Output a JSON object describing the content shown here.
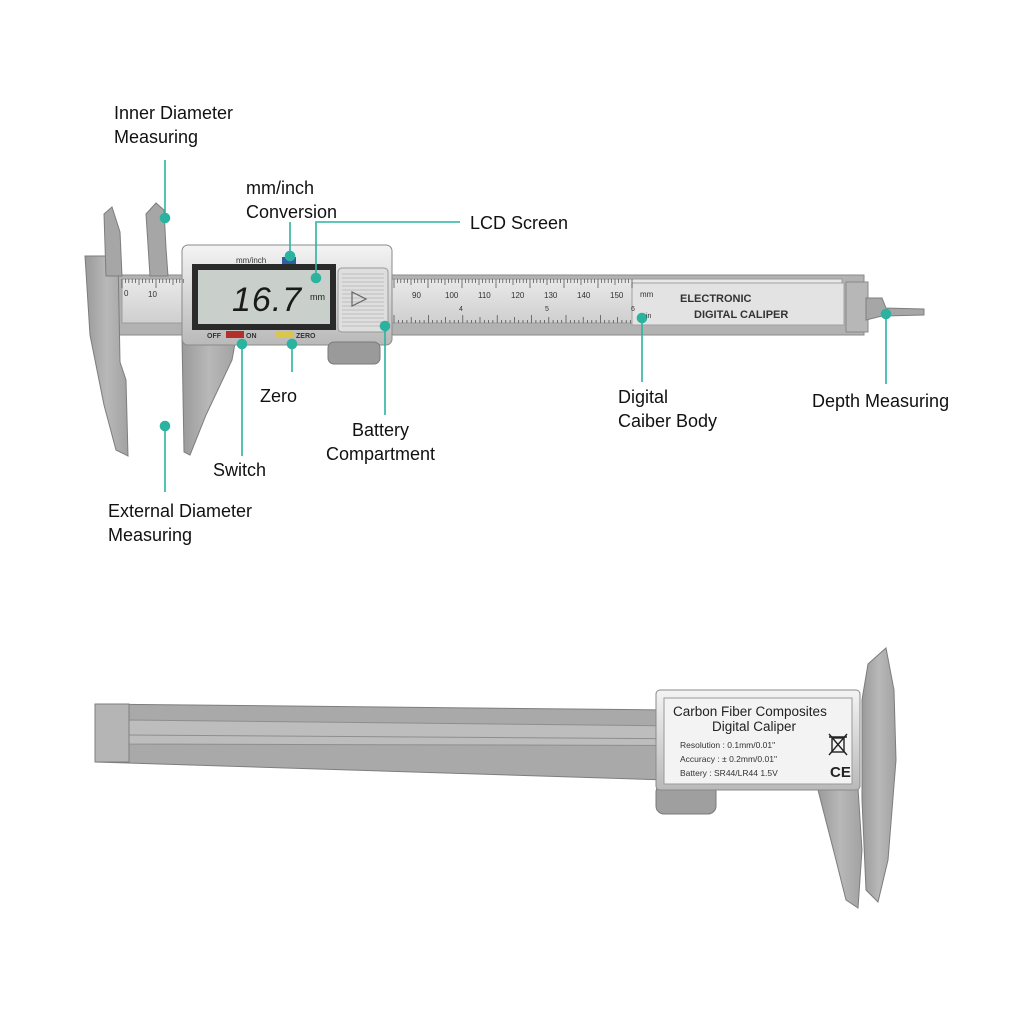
{
  "callouts": {
    "inner_diameter": {
      "line1": "Inner Diameter",
      "line2": "Measuring"
    },
    "mm_inch": {
      "line1": "mm/inch",
      "line2": "Conversion"
    },
    "lcd_screen": "LCD Screen",
    "zero": "Zero",
    "battery": {
      "line1": "Battery",
      "line2": "Compartment"
    },
    "digital_body": {
      "line1": "Digital",
      "line2": "Caiber Body"
    },
    "depth": "Depth Measuring",
    "switch": "Switch",
    "external_diameter": {
      "line1": "External Diameter",
      "line2": "Measuring"
    }
  },
  "caliper_top": {
    "display_value": "16.7",
    "display_unit": "mm",
    "mode_label": "mm/inch",
    "off_label": "OFF",
    "on_label": "ON",
    "zero_label": "ZERO",
    "brand_line1": "ELECTRONIC",
    "brand_line2": "DIGITAL CALIPER",
    "scale_unit_mm": "mm",
    "scale_unit_in": "in",
    "scale_marks_left": [
      "0",
      "10"
    ],
    "scale_marks": [
      "90",
      "100",
      "110",
      "120",
      "130",
      "140",
      "150"
    ],
    "inch_marks": [
      "4",
      "5",
      "6"
    ]
  },
  "caliper_bottom": {
    "title_line1": "Carbon Fiber Composites",
    "title_line2": "Digital  Caliper",
    "resolution": "Resolution : 0.1mm/0.01\"",
    "accuracy": "Accuracy : ± 0.2mm/0.01\"",
    "battery": "Battery : SR44/LR44  1.5V",
    "ce_mark": "CE"
  },
  "colors": {
    "callout": "#2bb3a0",
    "body_gray": "#a9a9a9",
    "body_light": "#c4c4c4",
    "metal": "#d9d9d9",
    "lcd": "#c9cfca",
    "off_red": "#b3302a",
    "zero_yellow": "#d9c64a",
    "mode_blue": "#2f5fa0"
  }
}
